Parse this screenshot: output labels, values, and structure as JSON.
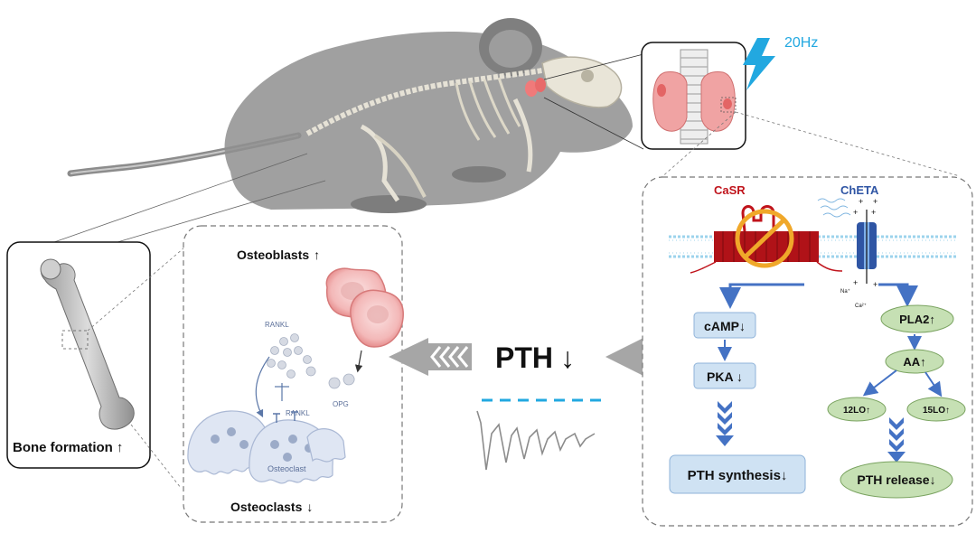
{
  "stimulus": {
    "frequency": "20Hz"
  },
  "bone_panel": {
    "label": "Bone formation",
    "arrow": "↑"
  },
  "bone_cells": {
    "osteoblasts_label": "Osteoblasts",
    "osteoblasts_arrow": "↑",
    "osteoclasts_label": "Osteoclasts",
    "osteoclasts_arrow": "↓",
    "rankl_label_top": "RANKL",
    "rankl_label_mid": "RANKL",
    "opg_label": "OPG",
    "osteoclast_cell_label": "Osteoclast"
  },
  "pth_center": {
    "label": "PTH",
    "arrow": "↓"
  },
  "signaling": {
    "casr_label": "CaSR",
    "cheta_label": "ChETA",
    "na_label": "Na⁺",
    "ca_label": "Ca²⁺",
    "camp_label": "cAMP↓",
    "pka_label": "PKA ↓",
    "pth_synthesis_label": "PTH synthesis↓",
    "pla2_label": "PLA2↑",
    "aa_label": "AA↑",
    "lo12_label": "12LO↑",
    "lo15_label": "15LO↑",
    "pth_release_label": "PTH release↓"
  },
  "colors": {
    "casr_red": "#c0141c",
    "cheta_blue": "#2f55a4",
    "stimulus_cyan": "#22a8e0",
    "pathway_blue": "#4472c4",
    "box_blue_fill": "#cfe2f3",
    "box_green_fill": "#c6e0b4",
    "parathyroid_pink": "#f08a8a",
    "gray_arrow": "#a6a6a6"
  }
}
